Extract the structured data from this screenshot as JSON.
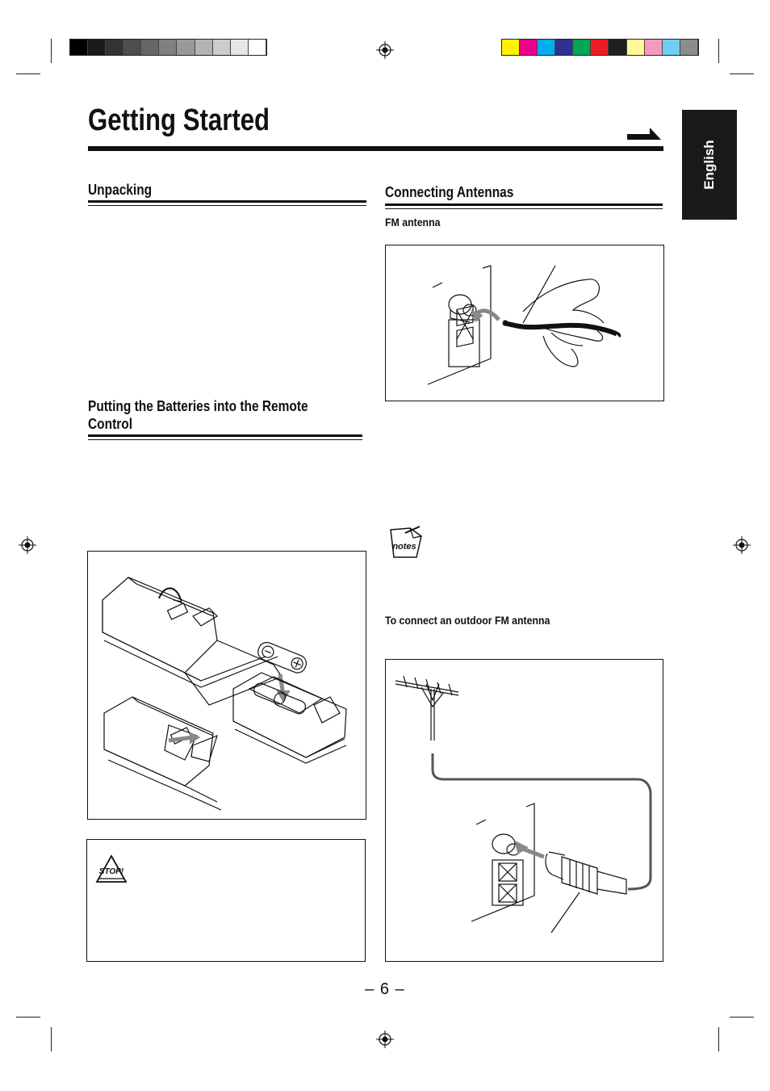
{
  "header": {
    "title": "Getting Started",
    "language_tab": "English"
  },
  "sections": {
    "unpacking": {
      "heading": "Unpacking"
    },
    "batteries": {
      "heading_line1": "Putting the Batteries into the Remote",
      "heading_line2": "Control"
    },
    "antennas": {
      "heading": "Connecting Antennas",
      "fm_subheading": "FM antenna",
      "outdoor_subheading": "To connect an outdoor FM antenna"
    }
  },
  "icons": {
    "notes_label": "notes",
    "stop_label": "STOP!"
  },
  "footer": {
    "page_number": "– 6 –"
  },
  "colors": {
    "gray_swatches": [
      "#000000",
      "#1a1a1a",
      "#333333",
      "#4d4d4d",
      "#666666",
      "#808080",
      "#999999",
      "#b3b3b3",
      "#cccccc",
      "#e6e6e6",
      "#ffffff"
    ],
    "color_swatches": [
      "#fff200",
      "#ec008c",
      "#00aeef",
      "#2e3192",
      "#00a651",
      "#ed1c24",
      "#231f20",
      "#fff799",
      "#f49ac1",
      "#6dcff6",
      "#8c8c8c"
    ]
  }
}
